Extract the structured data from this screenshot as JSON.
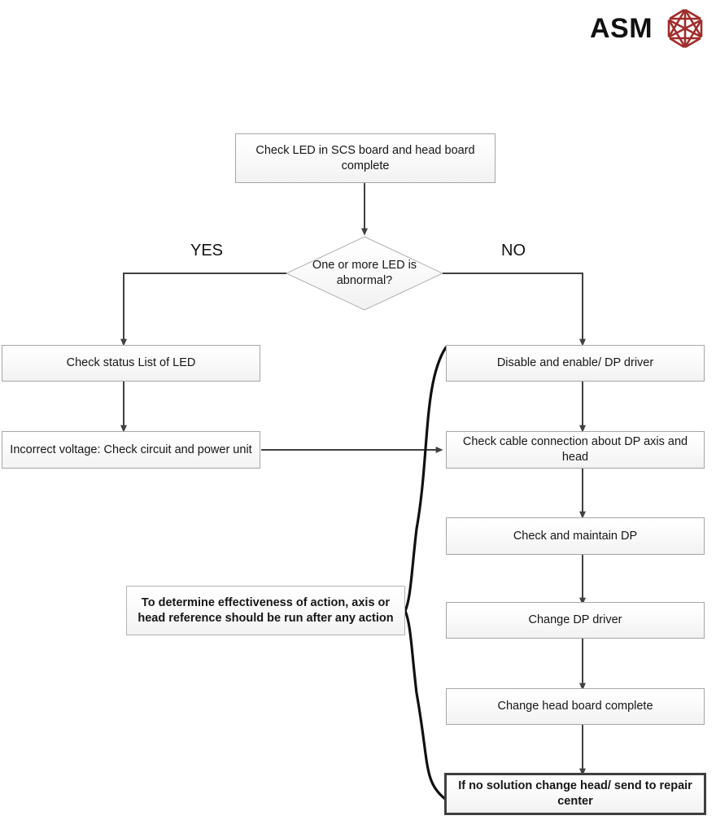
{
  "brand": {
    "name": "ASM",
    "logo_icon": "hexagon-wireframe-icon",
    "logo_color": "#a02c2c"
  },
  "diagram": {
    "type": "flowchart",
    "title": "Check LED in SCS board and head board complete",
    "start": {
      "id": "start",
      "label": "Check LED in SCS board and head board complete"
    },
    "decision": {
      "id": "decision",
      "label": "One or more LED is abnormal?",
      "yes_label": "YES",
      "no_label": "NO"
    },
    "yes_branch": [
      {
        "id": "check-status-list",
        "label": "Check status List of LED"
      },
      {
        "id": "incorrect-voltage",
        "label": "Incorrect voltage: Check circuit and power unit"
      }
    ],
    "no_branch": [
      {
        "id": "disable-enable-dp",
        "label": "Disable and enable/  DP driver"
      },
      {
        "id": "check-cable",
        "label": "Check cable connection about DP axis and head"
      },
      {
        "id": "check-maintain-dp",
        "label": "Check and maintain DP"
      },
      {
        "id": "change-dp-driver",
        "label": "Change DP driver"
      },
      {
        "id": "change-head-board",
        "label": "Change head board complete"
      },
      {
        "id": "no-solution",
        "label": "If no solution change head/ send to repair center"
      }
    ],
    "note": {
      "id": "note",
      "label": "To determine effectiveness of action, axis or head reference should be run after any action"
    },
    "colors": {
      "box_border": "#a6a6a6",
      "box_fill_top": "#ffffff",
      "box_fill_bottom": "#f2f2f2",
      "emphasis_border": "#3f3f3f",
      "connector": "#404040",
      "text": "#161616"
    }
  }
}
